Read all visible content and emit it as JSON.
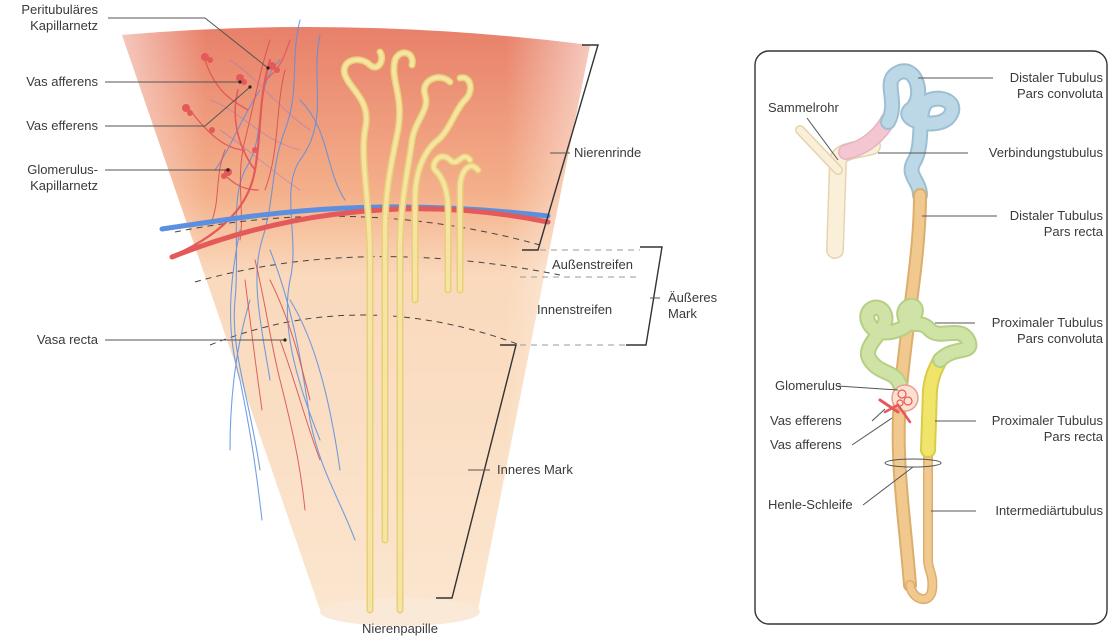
{
  "left_panel": {
    "labels": {
      "peritubular_line1": "Peritubuläres",
      "peritubular_line2": "Kapillarnetz",
      "vas_afferens": "Vas afferens",
      "vas_efferens": "Vas efferens",
      "glomerulus_cap_line1": "Glomerulus-",
      "glomerulus_cap_line2": "Kapillarnetz",
      "vasa_recta": "Vasa recta",
      "nierenrinde": "Nierenrinde",
      "aussenstreifen": "Außenstreifen",
      "innenstreifen": "Innenstreifen",
      "aeusseres_mark_line1": "Äußeres",
      "aeusseres_mark_line2": "Mark",
      "inneres_mark": "Inneres Mark",
      "nierenpapille": "Nierenpapille"
    }
  },
  "right_panel": {
    "labels": {
      "sammelrohr": "Sammelrohr",
      "distal_conv_line1": "Distaler Tubulus",
      "distal_conv_line2": "Pars convoluta",
      "verbindungstubulus": "Verbindungstubulus",
      "distal_recta_line1": "Distaler Tubulus",
      "distal_recta_line2": "Pars recta",
      "prox_conv_line1": "Proximaler Tubulus",
      "prox_conv_line2": "Pars convoluta",
      "glomerulus": "Glomerulus",
      "vas_efferens": "Vas efferens",
      "vas_afferens": "Vas afferens",
      "prox_recta_line1": "Proximaler Tubulus",
      "prox_recta_line2": "Pars recta",
      "henle": "Henle-Schleife",
      "intermediaer": "Intermediärtubulus"
    }
  },
  "colors": {
    "cortex_top": "#e8806a",
    "medulla": "#fde4c8",
    "artery": "#e45a5a",
    "vein": "#5b8fe0",
    "tubule": "#f6e4a2",
    "tubule_edge": "#e8cf78",
    "distal_conv": "#bcd7e6",
    "proximal": "#cfe3a6",
    "proximal_recta": "#f0e56a",
    "connecting": "#f4c6d2",
    "collecting": "#faefd9",
    "loop": "#f1c98f",
    "leader": "#555555",
    "panel_border": "#333333"
  }
}
